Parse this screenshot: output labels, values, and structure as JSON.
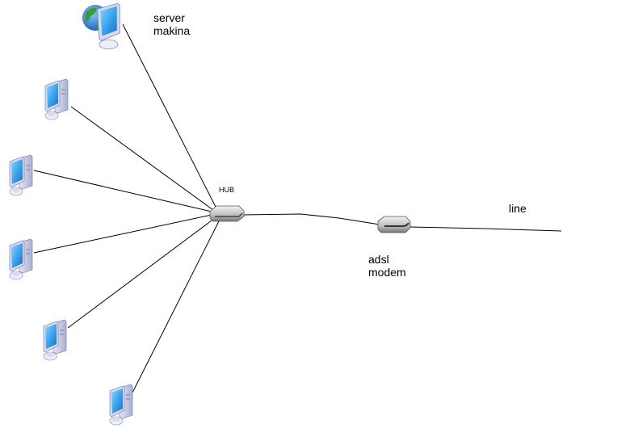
{
  "diagram": {
    "title": "",
    "nodes": [
      {
        "id": "server",
        "type": "server-computer",
        "label": "server\nmakina",
        "icon": "computer-globe-icon"
      },
      {
        "id": "pc1",
        "type": "client-computer",
        "label": "",
        "icon": "computer-icon"
      },
      {
        "id": "pc2",
        "type": "client-computer",
        "label": "",
        "icon": "computer-icon"
      },
      {
        "id": "pc3",
        "type": "client-computer",
        "label": "",
        "icon": "computer-icon"
      },
      {
        "id": "pc4",
        "type": "client-computer",
        "label": "",
        "icon": "computer-icon"
      },
      {
        "id": "pc5",
        "type": "client-computer",
        "label": "",
        "icon": "computer-icon"
      },
      {
        "id": "hub",
        "type": "hub",
        "label": "HUB",
        "icon": "hub-icon"
      },
      {
        "id": "modem",
        "type": "adsl-modem",
        "label": "adsl\nmodem",
        "icon": "modem-icon"
      },
      {
        "id": "line",
        "type": "external-line",
        "label": "line",
        "icon": ""
      }
    ],
    "edges": [
      {
        "from": "server",
        "to": "hub"
      },
      {
        "from": "pc1",
        "to": "hub"
      },
      {
        "from": "pc2",
        "to": "hub"
      },
      {
        "from": "pc3",
        "to": "hub"
      },
      {
        "from": "pc4",
        "to": "hub"
      },
      {
        "from": "pc5",
        "to": "hub"
      },
      {
        "from": "hub",
        "to": "modem"
      },
      {
        "from": "modem",
        "to": "line"
      }
    ]
  },
  "labels": {
    "server": "server\nmakina",
    "hub": "HUB",
    "modem": "adsl\nmodem",
    "line": "line"
  },
  "colors": {
    "background": "#ffffff",
    "wire": "#000000",
    "screen": "#3aa6f0",
    "case": "#c9cde6",
    "globe_blue": "#2f7fd0",
    "globe_green": "#3a9a3a",
    "device": "#b8b8b8"
  }
}
